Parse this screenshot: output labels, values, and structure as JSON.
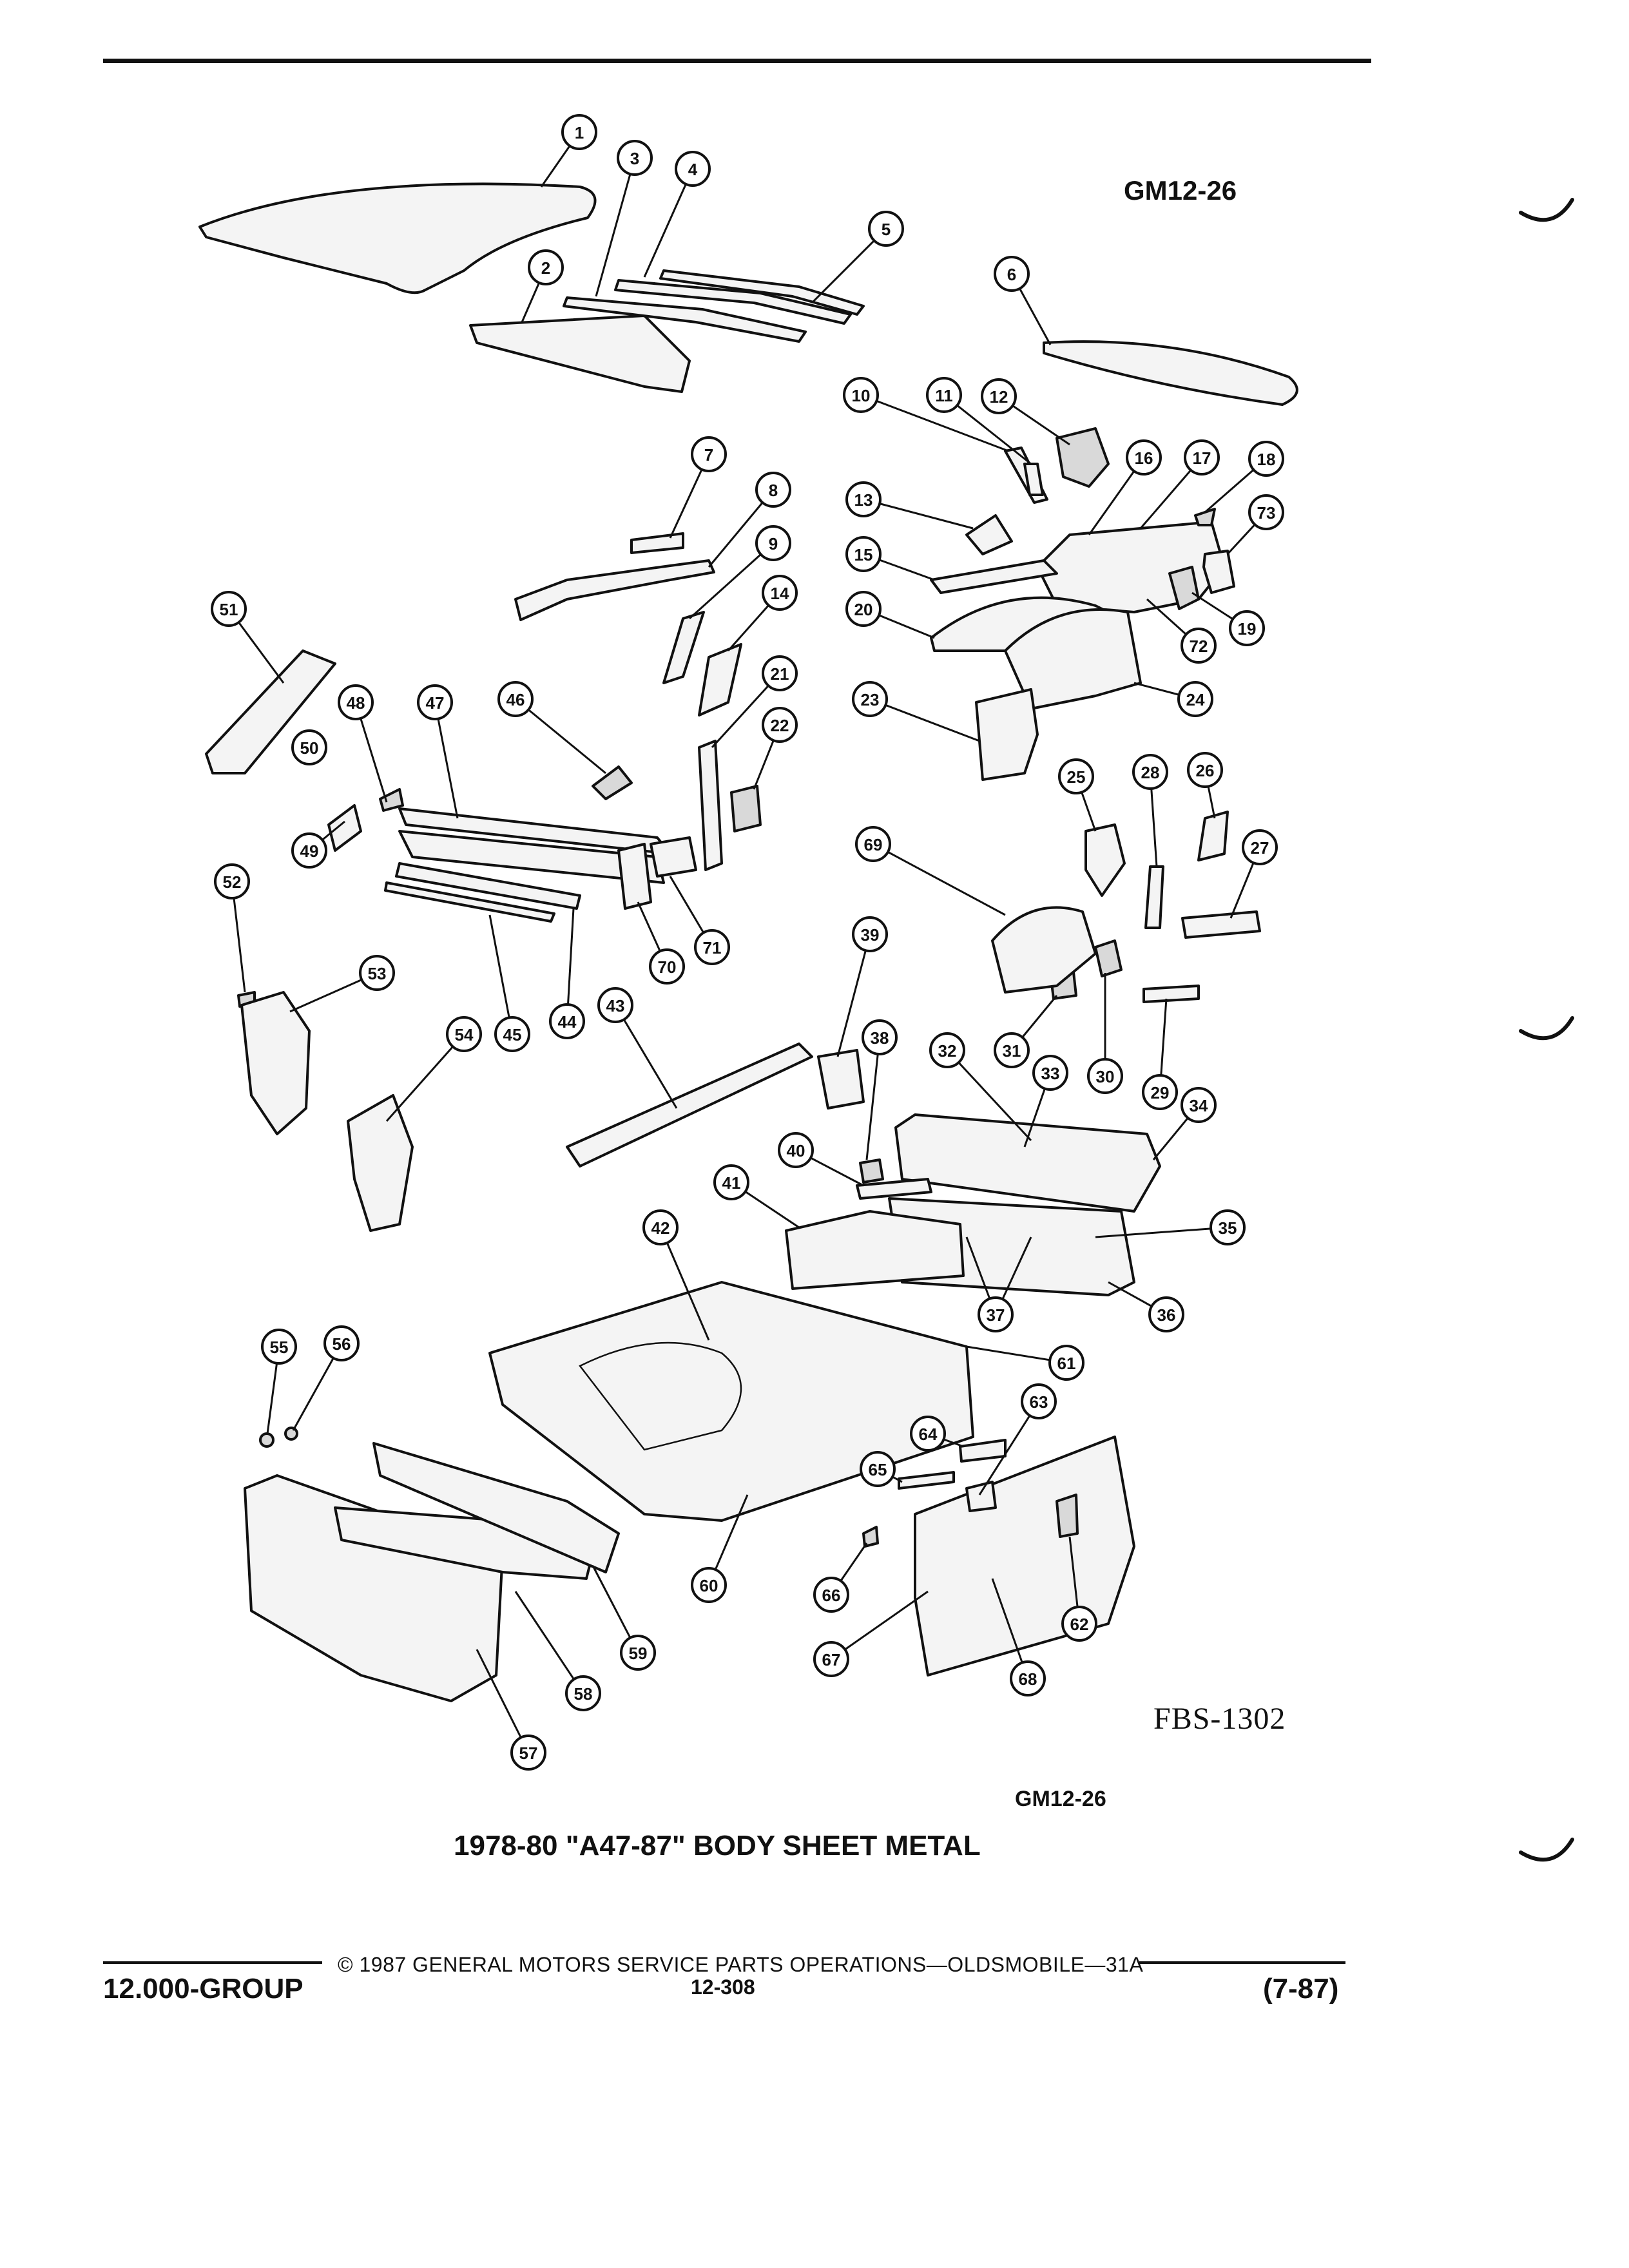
{
  "figure_id_top": "GM12-26",
  "figure_id_bottom": "GM12-26",
  "fbs_code": "FBS-1302",
  "title": "1978-80 \"A47-87\" BODY SHEET METAL",
  "footer": {
    "copyright_line": "© 1987 GENERAL MOTORS SERVICE PARTS OPERATIONS—OLDSMOBILE—31A",
    "group": "12.000-GROUP",
    "page": "12-308",
    "date": "(7-87)"
  },
  "callouts": [
    "1",
    "2",
    "3",
    "4",
    "5",
    "6",
    "7",
    "8",
    "9",
    "10",
    "11",
    "12",
    "13",
    "14",
    "15",
    "16",
    "17",
    "18",
    "19",
    "20",
    "21",
    "22",
    "23",
    "24",
    "25",
    "26",
    "27",
    "28",
    "29",
    "30",
    "31",
    "32",
    "33",
    "34",
    "35",
    "36",
    "37",
    "38",
    "39",
    "40",
    "41",
    "42",
    "43",
    "44",
    "45",
    "46",
    "47",
    "48",
    "49",
    "50",
    "51",
    "52",
    "53",
    "54",
    "55",
    "56",
    "57",
    "58",
    "59",
    "60",
    "61",
    "62",
    "63",
    "64",
    "65",
    "66",
    "67",
    "68",
    "69",
    "70",
    "71",
    "72",
    "73"
  ]
}
